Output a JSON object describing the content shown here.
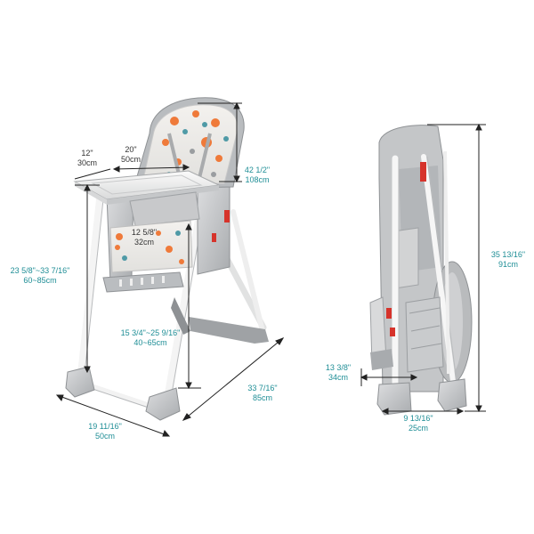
{
  "colors": {
    "frame": "#c7c9cb",
    "frame_dark": "#9a9da0",
    "frame_light": "#e3e4e5",
    "leg_white": "#f4f4f4",
    "dimension_line": "#222222",
    "teal_text": "#1f8e96",
    "dark_text": "#333333",
    "accent_red": "#d6332b",
    "fox_orange": "#ef7a3a"
  },
  "front_view": {
    "back_depth": {
      "in": "12\"",
      "cm": "30cm"
    },
    "seat_width": {
      "in": "20\"",
      "cm": "50cm"
    },
    "total_height": {
      "in": "42 1/2\"",
      "cm": "108cm"
    },
    "tray_height": {
      "in": "23 5/8\"~33 7/16\"",
      "cm": "60~85cm"
    },
    "seat_panel": {
      "in": "12 5/8\"",
      "cm": "32cm"
    },
    "seat_height": {
      "in": "15 3/4\"~25 9/16\"",
      "cm": "40~65cm"
    },
    "depth": {
      "in": "33 7/16\"",
      "cm": "85cm"
    },
    "width": {
      "in": "19 11/16\"",
      "cm": "50cm"
    }
  },
  "folded_view": {
    "height": {
      "in": "35 13/16\"",
      "cm": "91cm"
    },
    "thickness": {
      "in": "13 3/8\"",
      "cm": "34cm"
    },
    "width": {
      "in": "9 13/16\"",
      "cm": "25cm"
    }
  }
}
